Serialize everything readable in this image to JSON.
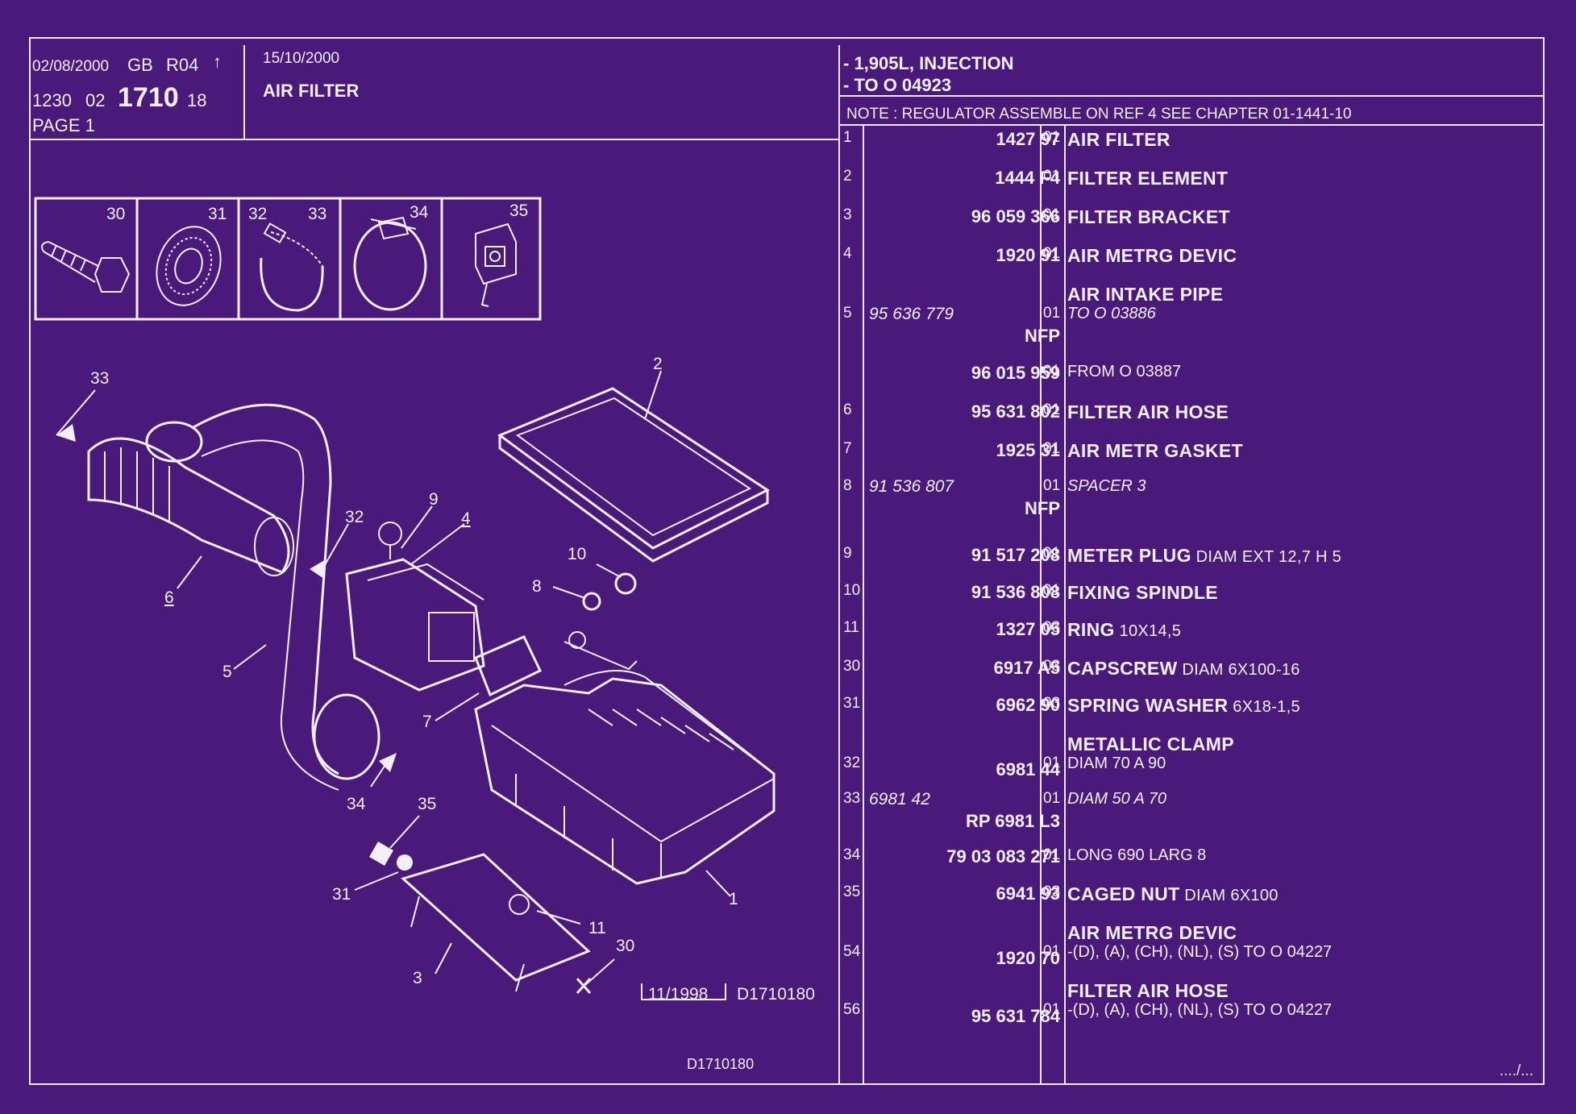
{
  "header": {
    "date1": "02/08/2000",
    "lang": "GB",
    "rev": "R04",
    "rev_arrow": "↑",
    "code_a": "1230",
    "code_b": "02",
    "code_main": "1710",
    "code_c": "18",
    "page": "PAGE  1",
    "date2": "15/10/2000",
    "title": "AIR FILTER",
    "spec1": "- 1,905L, INJECTION",
    "spec2": "- TO  O   04923",
    "note": "NOTE : REGULATOR ASSEMBLE ON REF 4 SEE CHAPTER 01-1441-10"
  },
  "inset": {
    "labels": [
      "30",
      "31",
      "32",
      "33",
      "34",
      "35"
    ]
  },
  "diagram": {
    "callouts": [
      "33",
      "2",
      "9",
      "4",
      "32",
      "10",
      "8",
      "6",
      "5",
      "7",
      "34",
      "35",
      "31",
      "1",
      "11",
      "30",
      "3"
    ],
    "stamp_date": "11/1998",
    "stamp_ref": "D1710180",
    "footer_ref": "D1710180"
  },
  "parts": [
    {
      "ref": "1",
      "alt": "",
      "pn": "1427 97",
      "qty": "01",
      "desc": "AIR FILTER",
      "spec": "",
      "sub": ""
    },
    {
      "ref": "2",
      "alt": "",
      "pn": "1444 F4",
      "qty": "01",
      "desc": "FILTER ELEMENT",
      "spec": "",
      "sub": ""
    },
    {
      "ref": "3",
      "alt": "",
      "pn": "96 059 366",
      "qty": "01",
      "desc": "FILTER BRACKET",
      "spec": "",
      "sub": ""
    },
    {
      "ref": "4",
      "alt": "",
      "pn": "1920 91",
      "qty": "01",
      "desc": "AIR METRG DEVIC",
      "spec": "",
      "sub": ""
    },
    {
      "ref": "5",
      "alt": "95 636 779",
      "pn": "NFP",
      "qty": "01",
      "desc": "AIR INTAKE PIPE",
      "spec": "",
      "sub": "TO  O  03886"
    },
    {
      "ref": "",
      "alt": "",
      "pn": "96 015 959",
      "qty": "01",
      "desc": "",
      "spec": "",
      "sub": "FROM  O  03887"
    },
    {
      "ref": "6",
      "alt": "",
      "pn": "95 631 802",
      "qty": "01",
      "desc": "FILTER AIR HOSE",
      "spec": "",
      "sub": ""
    },
    {
      "ref": "7",
      "alt": "",
      "pn": "1925 31",
      "qty": "01",
      "desc": "AIR METR GASKET",
      "spec": "",
      "sub": ""
    },
    {
      "ref": "8",
      "alt": "91 536 807",
      "pn": "NFP",
      "qty": "01",
      "desc": "",
      "spec": "",
      "sub": "SPACER 3"
    },
    {
      "ref": "9",
      "alt": "",
      "pn": "91 517 208",
      "qty": "01",
      "desc": "METER PLUG",
      "spec": "DIAM EXT 12,7 H 5",
      "sub": ""
    },
    {
      "ref": "10",
      "alt": "",
      "pn": "91 536 808",
      "qty": "01",
      "desc": "FIXING SPINDLE",
      "spec": "",
      "sub": ""
    },
    {
      "ref": "11",
      "alt": "",
      "pn": "1327 05",
      "qty": "03",
      "desc": "RING",
      "spec": "10X14,5",
      "sub": ""
    },
    {
      "ref": "30",
      "alt": "",
      "pn": "6917 A5",
      "qty": "03",
      "desc": "CAPSCREW",
      "spec": "DIAM 6X100-16",
      "sub": ""
    },
    {
      "ref": "31",
      "alt": "",
      "pn": "6962 90",
      "qty": "03",
      "desc": "SPRING WASHER",
      "spec": "6X18-1,5",
      "sub": ""
    },
    {
      "ref": "32",
      "alt": "",
      "pn": "6981 44",
      "qty": "01",
      "desc": "METALLIC CLAMP",
      "spec": "",
      "sub": "DIAM 70 A 90"
    },
    {
      "ref": "33",
      "alt": "6981 42",
      "pn": "RP  6981 L3",
      "qty": "01",
      "desc": "",
      "spec": "",
      "sub": "DIAM 50 A 70"
    },
    {
      "ref": "34",
      "alt": "",
      "pn": "79 03 083 271",
      "qty": "01",
      "desc": "",
      "spec": "",
      "sub": "LONG 690 LARG 8"
    },
    {
      "ref": "35",
      "alt": "",
      "pn": "6941 93",
      "qty": "03",
      "desc": "CAGED NUT",
      "spec": "DIAM 6X100",
      "sub": ""
    },
    {
      "ref": "54",
      "alt": "",
      "pn": "1920 70",
      "qty": "01",
      "desc": "AIR METRG DEVIC",
      "spec": "",
      "sub": "-(D), (A), (CH), (NL), (S) TO  O  04227"
    },
    {
      "ref": "56",
      "alt": "",
      "pn": "95 631 784",
      "qty": "01",
      "desc": "FILTER AIR HOSE",
      "spec": "",
      "sub": "-(D), (A), (CH), (NL), (S) TO  O  04227"
    }
  ],
  "continuation": "..../..."
}
